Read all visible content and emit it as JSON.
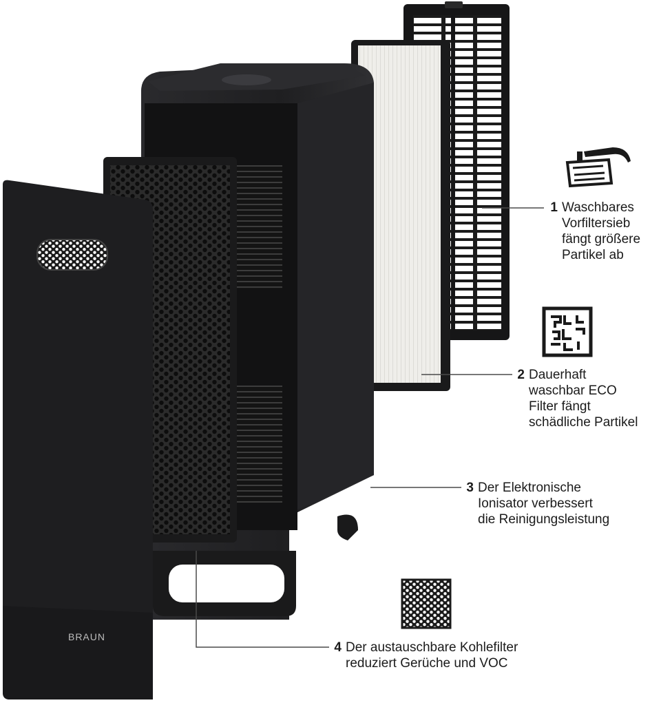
{
  "callouts": [
    {
      "number": "1",
      "lines": [
        "Waschbares",
        "Vorfiltersieb",
        "fängt größere",
        "Partikel ab"
      ],
      "icon": "washing-tap-icon"
    },
    {
      "number": "2",
      "lines": [
        "Dauerhaft",
        "waschbar ECO",
        "Filter fängt",
        "schädliche Partikel"
      ],
      "icon": "eco-filter-pattern-icon"
    },
    {
      "number": "3",
      "lines": [
        "Der Elektronische",
        "Ionisator verbessert",
        "die Reinigungsleistung"
      ],
      "icon": ""
    },
    {
      "number": "4",
      "lines": [
        "Der austauschbare Kohlefilter",
        "reduziert Gerüche und VOC"
      ],
      "icon": "carbon-honeycomb-icon"
    }
  ],
  "brand": "BRAUN",
  "colors": {
    "body": "#1e1e20",
    "body_edge": "#3a3a3d",
    "panel": "#161617",
    "hepa": "#ecebe7",
    "leader": "#4a4a4a"
  }
}
